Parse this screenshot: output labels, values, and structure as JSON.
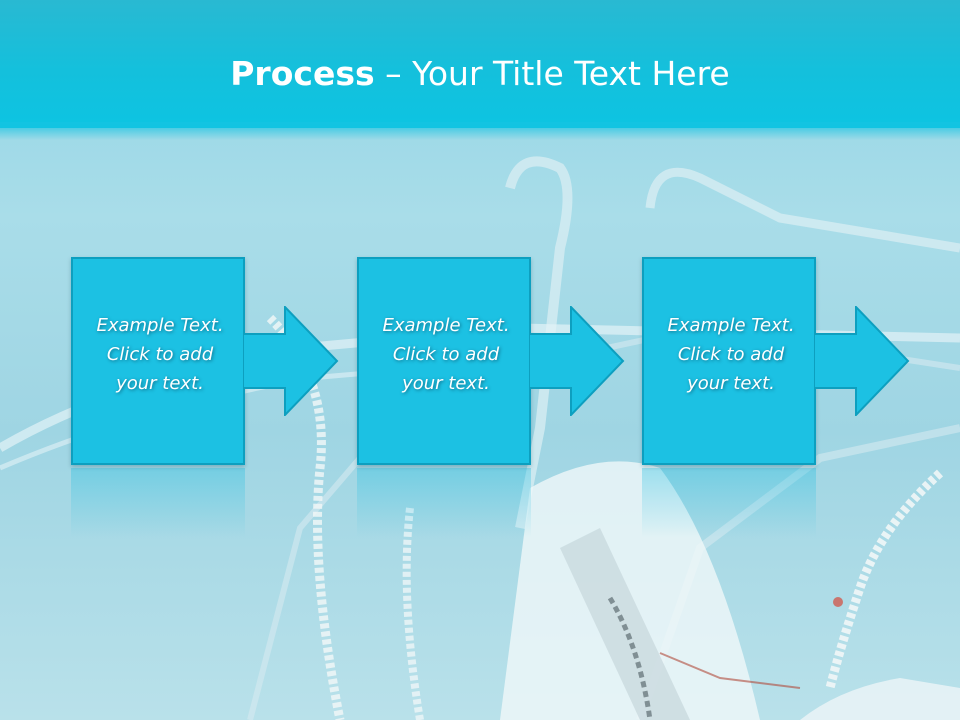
{
  "title": {
    "bold": "Process",
    "rest": " – Your Title Text Here"
  },
  "steps": [
    {
      "text": "Example Text.\nClick  to add\nyour text."
    },
    {
      "text": "Example Text.\nClick  to add\nyour text."
    },
    {
      "text": "Example Text.\nClick  to add\nyour text."
    }
  ],
  "colors": {
    "header": "#14c0dc",
    "box_fill": "#1cc1e3",
    "box_border": "#0d9fbf"
  }
}
